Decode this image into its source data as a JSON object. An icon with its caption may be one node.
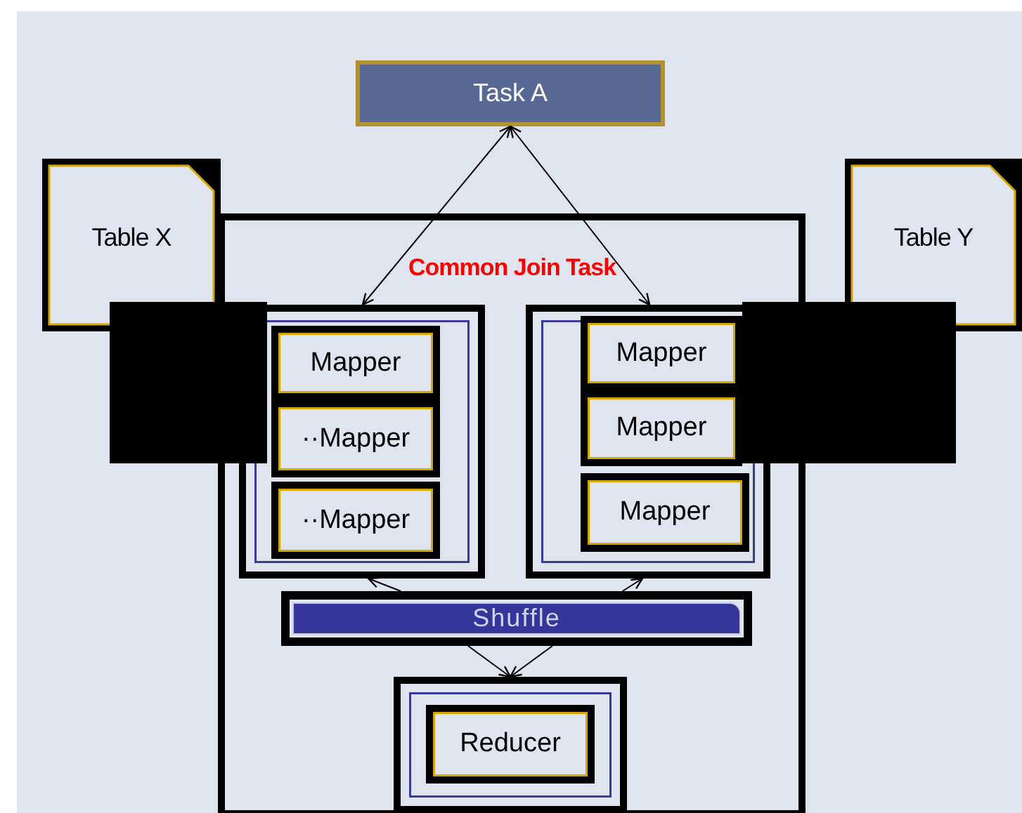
{
  "diagram": {
    "nodes": [
      {
        "text": [
          "Task A"
        ]
      },
      {
        "text": [
          "Table X"
        ]
      },
      {
        "text": [
          "Table Y"
        ]
      },
      {
        "text": [
          "Common Join Task"
        ]
      },
      {
        "text": [],
        "shape": "box",
        "in": 3
      },
      {
        "text": [
          "Mapper"
        ],
        "in": 4
      },
      {
        "text": [
          "··Mapper"
        ],
        "in": 4
      },
      {
        "text": [
          "··Mapper"
        ],
        "in": 4
      },
      {
        "text": [],
        "shape": "box",
        "in": 3
      },
      {
        "text": [
          "Mapper"
        ],
        "in": 8
      },
      {
        "text": [
          "Mapper"
        ],
        "in": 8
      },
      {
        "text": [
          "Mapper"
        ],
        "in": 8
      },
      {
        "text": [
          "Shuffle"
        ],
        "in": 3
      },
      {
        "text": [],
        "shape": "box",
        "in": 3
      },
      {
        "text": [
          "Reducer"
        ],
        "in": 13
      }
    ],
    "edges": [
      {
        "from": 0,
        "to": 4,
        "arrow": "both"
      },
      {
        "from": 0,
        "to": 8,
        "arrow": "both"
      },
      {
        "from": 12,
        "to": 4,
        "arrow": "to"
      },
      {
        "from": 12,
        "to": 8,
        "arrow": "to"
      },
      {
        "from": 12,
        "to": 13,
        "arrow": "to"
      },
      {
        "from": 12,
        "to": 13,
        "arrow": "to"
      }
    ]
  }
}
